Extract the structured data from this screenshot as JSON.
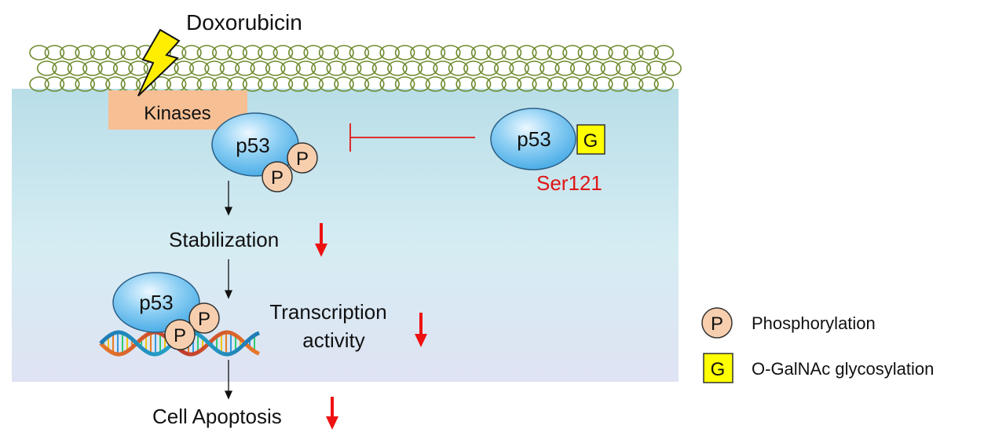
{
  "drug": {
    "label": "Doxorubicin"
  },
  "kinases": {
    "label": "Kinases"
  },
  "protein": {
    "label": "p53"
  },
  "phospho": {
    "symbol": "P"
  },
  "glyco": {
    "symbol": "G",
    "site": "Ser121"
  },
  "steps": {
    "stabilization": "Stabilization",
    "transcription_line1": "Transcription",
    "transcription_line2": "activity",
    "apoptosis": "Cell Apoptosis"
  },
  "legend": [
    {
      "symbol": "P",
      "label": "Phosphorylation",
      "shape": "circle"
    },
    {
      "symbol": "G",
      "label": "O-GalNAc glycosylation",
      "shape": "square"
    }
  ],
  "colors": {
    "cell_top": "#b9dee8",
    "cell_bottom": "#dfe3f3",
    "membrane": "#6e8a2e",
    "kinase_box": "#f7bf94",
    "p53_fill": "#5fb9ec",
    "phospho_fill": "#f8cfae",
    "glyco_fill": "#ffff00",
    "decrease_arrow": "#ee1111",
    "site_text": "#e01515",
    "lightning": "#ffee00"
  },
  "icons": {
    "drug_action": "lightning-bolt-icon",
    "inhibition": "inhibition-bar-icon",
    "dna": "dna-helix-icon",
    "decrease": "down-arrow-icon"
  }
}
